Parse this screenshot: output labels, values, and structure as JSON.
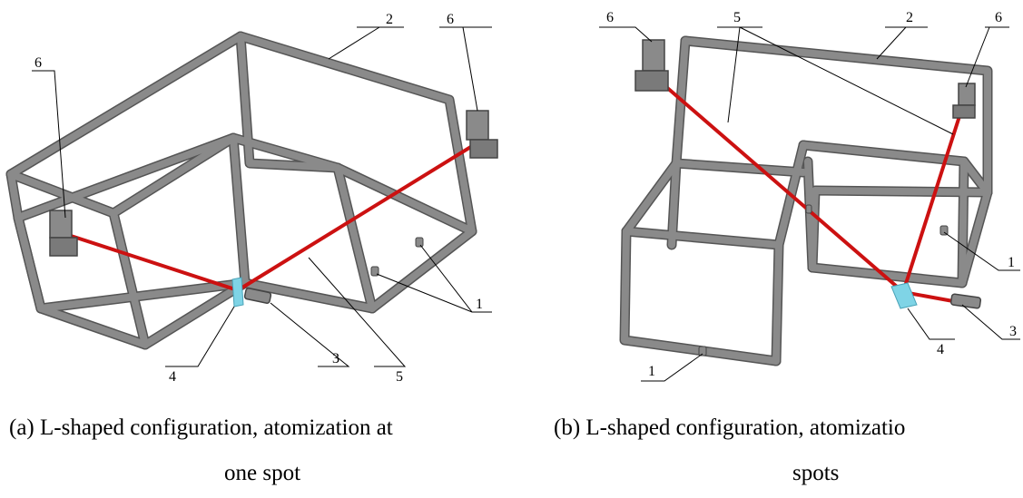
{
  "labels": {
    "a": {
      "n1": "1",
      "n2": "2",
      "n3": "3",
      "n4": "4",
      "n5": "5",
      "n6_left": "6",
      "n6_right": "6"
    },
    "b": {
      "n1_right": "1",
      "n1_left": "1",
      "n2": "2",
      "n3": "3",
      "n4": "4",
      "n5": "5",
      "n6_left": "6",
      "n6_right": "6"
    }
  },
  "captions": {
    "a_line1": "(a) L-shaped configuration, atomization at",
    "a_line2": "one spot",
    "b_line1": "(b) L-shaped configuration, atomizatio",
    "b_line2": "spots"
  },
  "colors": {
    "frame": "#8a8a8a",
    "frame_dark": "#555555",
    "laser": "#cc1111",
    "mirror": "#7fd4e6"
  }
}
